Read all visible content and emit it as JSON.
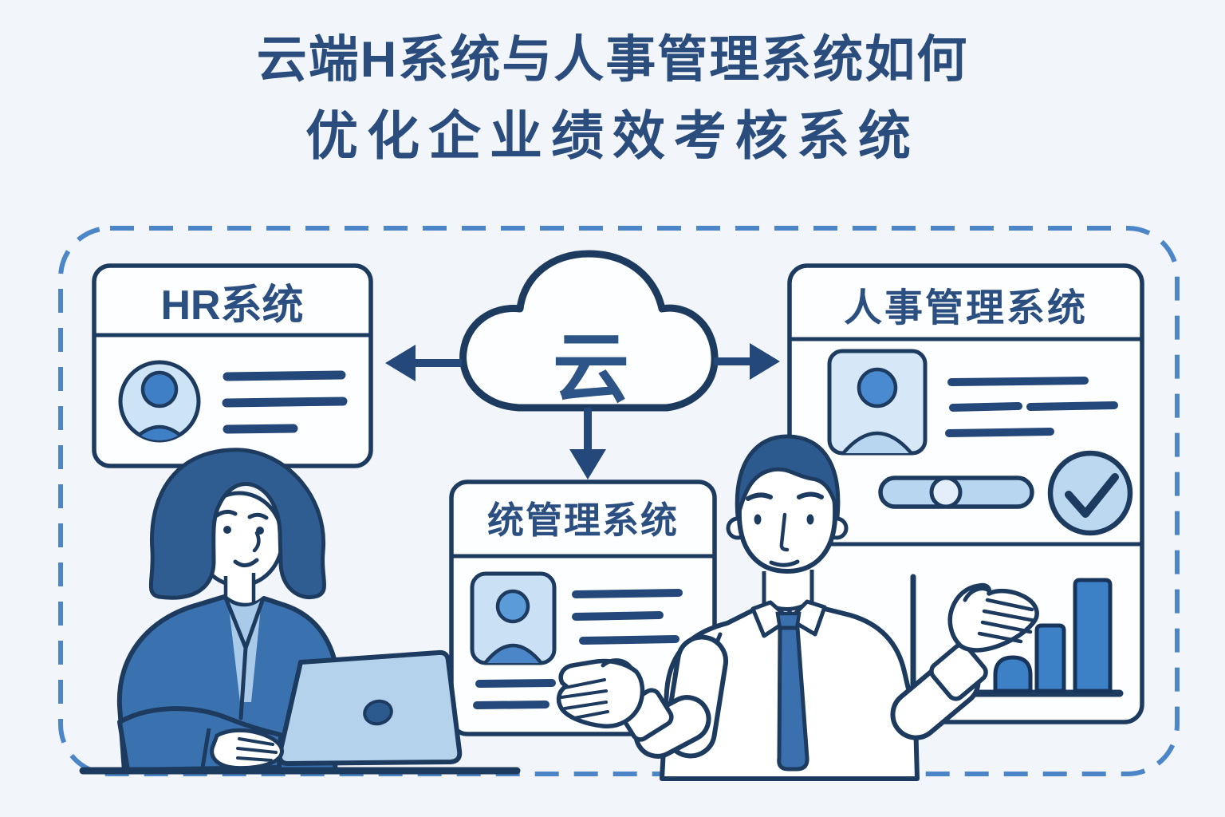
{
  "title": {
    "line1": "云端H系统与人事管理系统如何",
    "line2": "优化企业绩效考核系统"
  },
  "scene": {
    "cloud": {
      "label": "云"
    },
    "cards": {
      "hr": {
        "title": "HR系统",
        "placeholder_text_lines": 3,
        "avatar": "circular-user-avatar"
      },
      "system": {
        "title": "统管理系统",
        "placeholder_text_lines": 5,
        "avatar": "square-user-avatar"
      },
      "personnel": {
        "title": "人事管理系统",
        "placeholder_text_lines": 4,
        "avatar": "square-user-avatar",
        "widgets": [
          "slider",
          "checkmark-circle",
          "bar-chart"
        ]
      }
    },
    "arrows": [
      "cloud-to-hr-left",
      "cloud-to-personnel-right",
      "cloud-to-system-down"
    ],
    "people": {
      "woman": {
        "description": "woman with dark bob haircut in blue jacket typing on laptop"
      },
      "man": {
        "description": "man with dark hair, white shirt and blue tie presenting with both hands"
      }
    }
  },
  "chart_data": {
    "type": "bar",
    "categories": [
      "bar-1",
      "bar-2",
      "bar-3"
    ],
    "values": [
      32,
      60,
      100
    ],
    "title": "",
    "xlabel": "",
    "ylabel": "",
    "ylim": [
      0,
      100
    ],
    "note": "unlabeled decorative mini bar chart inside personnel card; values are relative heights in percent, ascending"
  },
  "icons": {
    "cloud": "cloud-icon",
    "user_circle": "user-avatar-icon",
    "user_square": "user-avatar-icon",
    "check": "checkmark-icon",
    "slider": "slider-control-icon",
    "bars": "bar-chart-icon",
    "laptop": "laptop-icon"
  },
  "colors": {
    "background": "#f2f6fb",
    "outline_navy": "#1d3a5f",
    "title_text": "#2b4d7d",
    "dashed_border": "#4d86c8",
    "card_fill": "#fdfeff",
    "accent_blue": "#3a72b0",
    "bar_blue": "#3c80c6",
    "light_blue_fill": "#bcd8f1",
    "avatar_blue": "#4a8ad0",
    "hair_blue": "#2f5d92"
  }
}
